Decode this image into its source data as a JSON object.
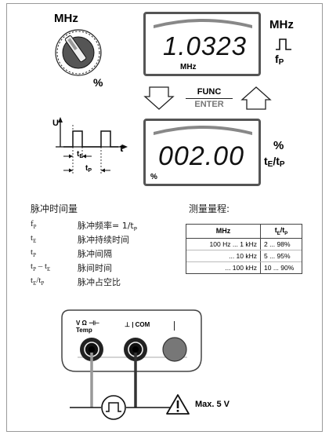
{
  "dial": {
    "mode_label": "MHz",
    "percent_label": "%"
  },
  "display_top": {
    "reading": "1.0323",
    "unit": "MHz"
  },
  "display_bottom": {
    "reading": "002.00",
    "unit": "%"
  },
  "right_labels": {
    "top_unit": "MHz",
    "top_param": "fP",
    "bottom_unit": "%",
    "bottom_param": "tE/tP"
  },
  "func_key": {
    "label_top": "FUNC",
    "label_bottom": "ENTER"
  },
  "pulse_diagram": {
    "y_label": "U",
    "t_label": "t",
    "te_label": "tE",
    "tp_label": "tP"
  },
  "legend": {
    "title": "脉冲时间量",
    "items": [
      {
        "symbol": "fP",
        "text": "脉冲频率= 1/tP"
      },
      {
        "symbol": "tE",
        "text": "脉冲持续时间"
      },
      {
        "symbol": "tP",
        "text": "脉冲间隔"
      },
      {
        "symbol": "tP – tE",
        "text": "脉间时间"
      },
      {
        "symbol": "tE/tP",
        "text": "脉冲占空比"
      }
    ]
  },
  "range_table": {
    "title": "测量量程:",
    "headers": [
      "MHz",
      "tE/tP"
    ],
    "rows": [
      [
        "100 Hz ... 1 kHz",
        "2 ... 98%"
      ],
      [
        "... 10 kHz",
        "5 ... 95%"
      ],
      [
        "... 100 kHz",
        "10 ... 90%"
      ]
    ]
  },
  "sockets": {
    "left_label_line1": "V Ω",
    "left_label_line2": "Temp",
    "com_label": "COM"
  },
  "warning": {
    "text": "Max. 5 V"
  }
}
